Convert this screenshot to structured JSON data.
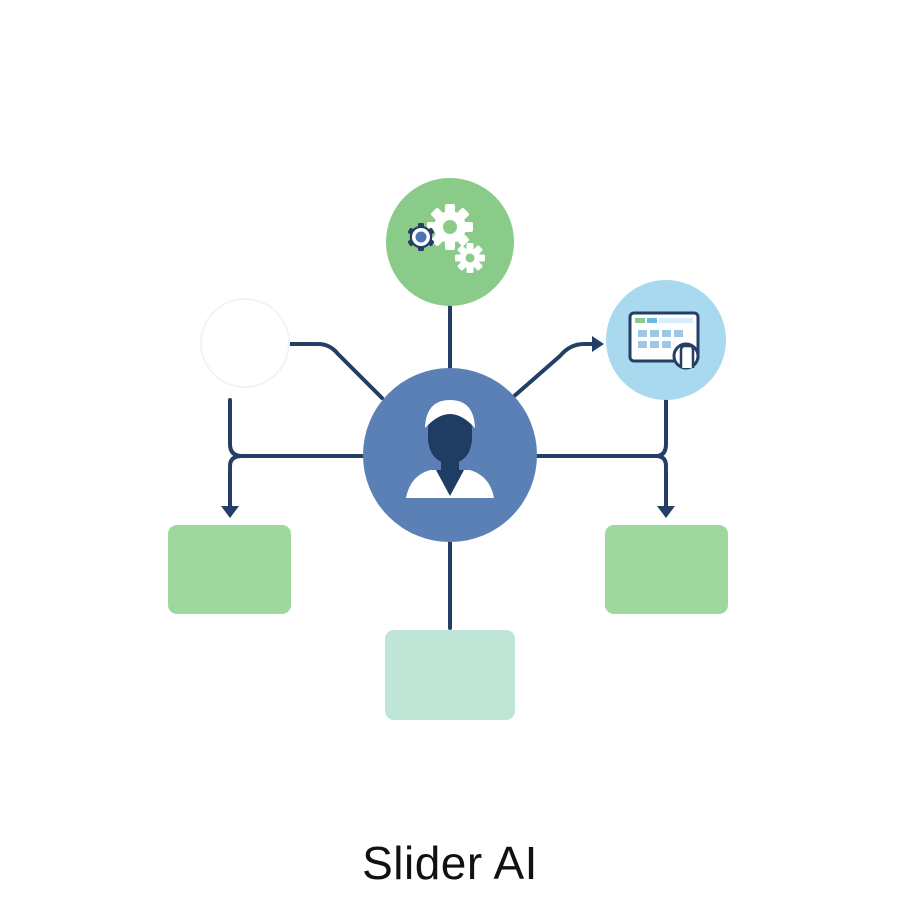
{
  "caption": "Slider AI",
  "colors": {
    "connector": "#233f66",
    "center_node": "#5b80b5",
    "center_node_figure": "#1f3c63",
    "settings_node": "#8acb89",
    "dashboard_node": "#a8d9ee",
    "green_box": "#9fd89c",
    "mint_box": "#bfe5d6",
    "background": "#ffffff"
  },
  "nodes": [
    {
      "id": "center",
      "icon": "user-icon"
    },
    {
      "id": "top",
      "icon": "gears-icon"
    },
    {
      "id": "right",
      "icon": "dashboard-pointer-icon"
    },
    {
      "id": "left-box"
    },
    {
      "id": "right-box"
    },
    {
      "id": "bottom-box"
    }
  ]
}
